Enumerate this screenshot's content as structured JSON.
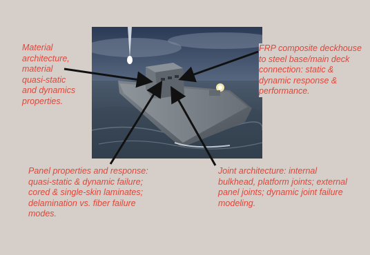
{
  "captions": {
    "material": "Material\narchitecture,\nmaterial\nquasi-static\nand dynamics\nproperties.",
    "frp": "FRP composite deckhouse\nto steel base/main deck\nconnection: static &\ndynamic response &\nperformance.",
    "panel": "Panel properties and response:\nquasi-static & dynamic failure;\ncored & single-skin laminates;\ndelamination vs. fiber failure\nmodes.",
    "joint": "Joint architecture: internal\nbulkhead, platform joints; external\npanel joints; dynamic joint failure\nmodeling."
  },
  "colors": {
    "background": "#d6cec8",
    "caption_text": "#e0463a",
    "arrow": "#111111"
  }
}
